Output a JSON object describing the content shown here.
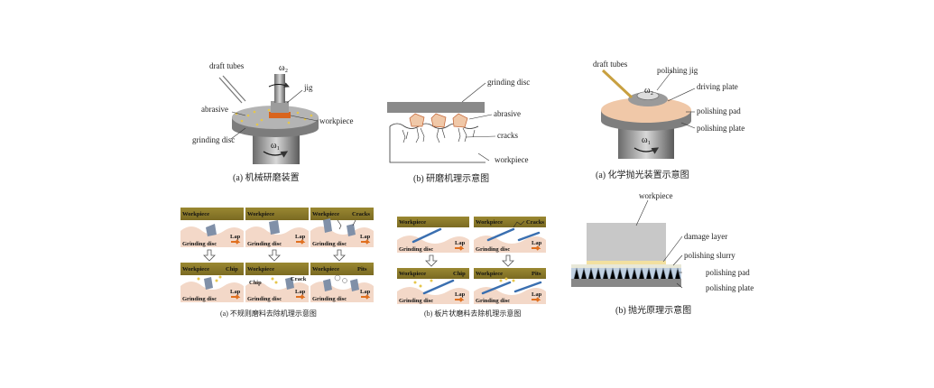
{
  "fig1": {
    "labels": {
      "draft_tubes": "draft tubes",
      "omega2": "ω₂",
      "jig": "jig",
      "abrasive": "abrasive",
      "workpiece": "workpiece",
      "grinding_disc": "grinding disc",
      "omega1": "ω₁"
    },
    "caption": "(a)  机械研磨装置"
  },
  "fig2": {
    "labels": {
      "grinding_disc": "grinding disc",
      "abrasive": "abrasive",
      "cracks": "cracks",
      "workpiece": "workpiece"
    },
    "caption": "(b)  研磨机理示意图"
  },
  "fig3": {
    "labels": {
      "draft_tubes": "draft tubes",
      "polishing_jig": "polishing jig",
      "omega2": "ω₂",
      "driving_plate": "driving plate",
      "polishing_pad": "polishing pad",
      "polishing_plate": "polishing plate",
      "omega1": "ω₁"
    },
    "caption": "(a)  化学抛光装置示意图"
  },
  "fig4": {
    "panels": [
      {
        "workpiece": "Workpiece",
        "disc": "Grinding disc",
        "lap": "Lap",
        "extra": ""
      },
      {
        "workpiece": "Workpiece",
        "disc": "Grinding disc",
        "lap": "Lap",
        "extra": ""
      },
      {
        "workpiece": "Workpiece",
        "disc": "Grinding disc",
        "lap": "Lap",
        "extra": "Cracks"
      },
      {
        "workpiece": "Workpiece",
        "disc": "Grinding disc",
        "lap": "Lap",
        "extra": "Chip"
      },
      {
        "workpiece": "Workpiece",
        "disc": "Grinding disc",
        "lap": "Lap",
        "extra": "Chip",
        "extra2": "Crack"
      },
      {
        "workpiece": "Workpiece",
        "disc": "Grinding disc",
        "lap": "Lap",
        "extra": "Pits"
      }
    ],
    "caption": "(a)  不规则磨料去除机理示意图"
  },
  "fig5": {
    "panels": [
      {
        "workpiece": "Workpiece",
        "disc": "Grinding disc",
        "lap": "Lap",
        "extra": ""
      },
      {
        "workpiece": "Workpiece",
        "disc": "Grinding disc",
        "lap": "Lap",
        "extra": "Cracks"
      },
      {
        "workpiece": "Workpiece",
        "disc": "Grinding disc",
        "lap": "Lap",
        "extra": "Chip"
      },
      {
        "workpiece": "Workpiece",
        "disc": "Grinding disc",
        "lap": "Lap",
        "extra": "Pits"
      }
    ],
    "caption": "(b)  板片状磨料去除机理示意图"
  },
  "fig6": {
    "labels": {
      "workpiece": "workpiece",
      "damage_layer": "damage layer",
      "polishing_slurry": "polishing slurry",
      "polishing_pad": "polishing pad",
      "polishing_plate": "polishing plate"
    },
    "caption": "(b)  抛光原理示意图"
  },
  "colors": {
    "workpiece_band": "#8a7a2c",
    "disc_fill": "#f3d8c8",
    "abrasive_gray": "#8090a8",
    "abrasive_blue": "#3a6fb0",
    "arrow_orange": "#e07020",
    "driving_plate": "#f0c8a8",
    "stage_gray": "#8e8e8e"
  }
}
